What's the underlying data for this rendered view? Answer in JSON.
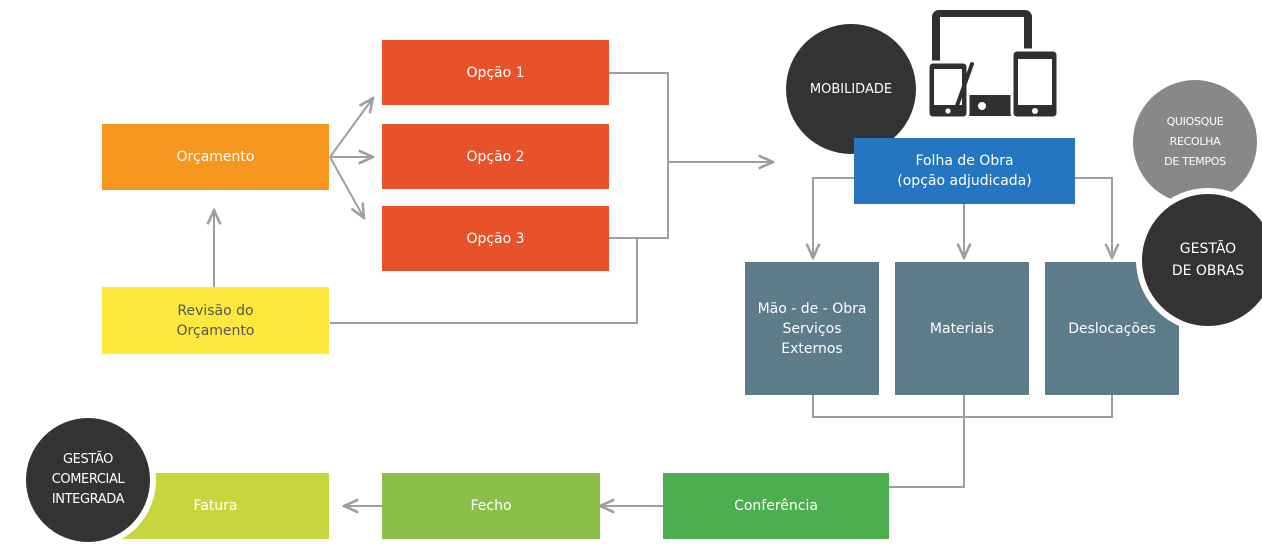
{
  "colors": {
    "orange": "#F5961E",
    "red_orange": "#E8522B",
    "yellow": "#FDE93E",
    "blue": "#2376BF",
    "slate": "#5E7B8A",
    "green_dark": "#4CAE4F",
    "green_mid": "#8CBF4A",
    "green_lime": "#C8D63D",
    "dark_circle": "#333333",
    "grey_circle": "#888888",
    "connector": "#9E9E9E"
  },
  "nodes": {
    "orcamento": "Orçamento",
    "revisao": "Revisão do\nOrçamento",
    "opcao1": "Opção 1",
    "opcao2": "Opção 2",
    "opcao3": "Opção 3",
    "folha": "Folha de Obra\n(opção adjudicada)",
    "mao_obra": "Mão - de - Obra\nServiços\nExternos",
    "materiais": "Materiais",
    "deslocacoes": "Deslocações",
    "conferencia": "Conferência",
    "fecho": "Fecho",
    "fatura": "Fatura"
  },
  "badges": {
    "mobilidade": "MOBILIDADE",
    "quiosque": "QUIOSQUE\nRECOLHA\nDE TEMPOS",
    "gestao_obras": "GESTÃO\nDE OBRAS",
    "gestao_comercial": "GESTÃO\nCOMERCIAL\nINTEGRADA"
  },
  "icons": [
    "tablet-icon",
    "smartphone-stylus-icon",
    "smartphone-icon"
  ]
}
